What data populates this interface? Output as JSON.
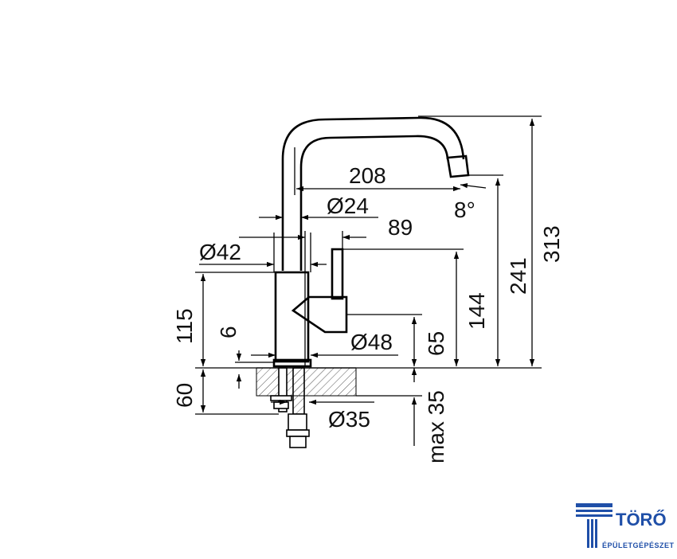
{
  "dimensions": {
    "spout_reach": "208",
    "spout_angle": "8°",
    "spout_diameter": "Ø24",
    "lever_reach": "89",
    "base_diameter": "Ø42",
    "body_height": "115",
    "plate_thickness": "6",
    "lever_diameter": "Ø48",
    "lever_height": "65",
    "spout_top_height": "144",
    "outlet_height": "241",
    "total_height": "313",
    "under_counter_depth": "60",
    "hole_diameter": "Ø35",
    "max_counter": "max 35"
  },
  "logo": {
    "name": "TÖRŐ",
    "tagline": "ÉPÜLETGÉPÉSZET",
    "color": "#1f4fa8"
  }
}
